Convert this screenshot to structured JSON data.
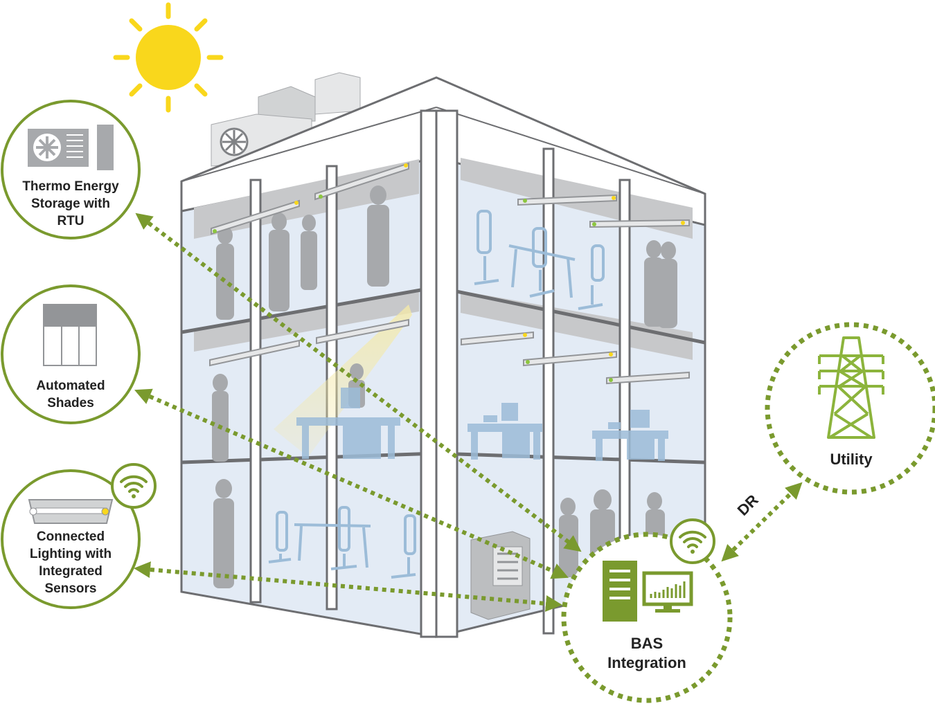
{
  "nodes": {
    "thermo": {
      "lines": [
        "Thermo Energy",
        "Storage with",
        "RTU"
      ]
    },
    "shades": {
      "lines": [
        "Automated",
        "Shades"
      ]
    },
    "lighting": {
      "lines": [
        "Connected",
        "Lighting with",
        "Integrated",
        "Sensors"
      ]
    },
    "bas": {
      "lines": [
        "BAS",
        "Integration"
      ]
    },
    "utility": {
      "lines": [
        "Utility"
      ]
    }
  },
  "edges": {
    "dr_label": "DR"
  },
  "colors": {
    "accent_green": "#7a9a2e",
    "sun_yellow": "#f9d71c",
    "building_gray": "#6d6e71",
    "glass_blue": "#e3ebf5",
    "figure_gray": "#a7a9ac",
    "furniture_blue": "#9cbcd8"
  },
  "icons": [
    "sun-icon",
    "rooftop-unit-icon",
    "shades-icon",
    "light-fixture-icon",
    "wifi-icon",
    "server-icon",
    "monitor-chart-icon",
    "transmission-tower-icon"
  ]
}
